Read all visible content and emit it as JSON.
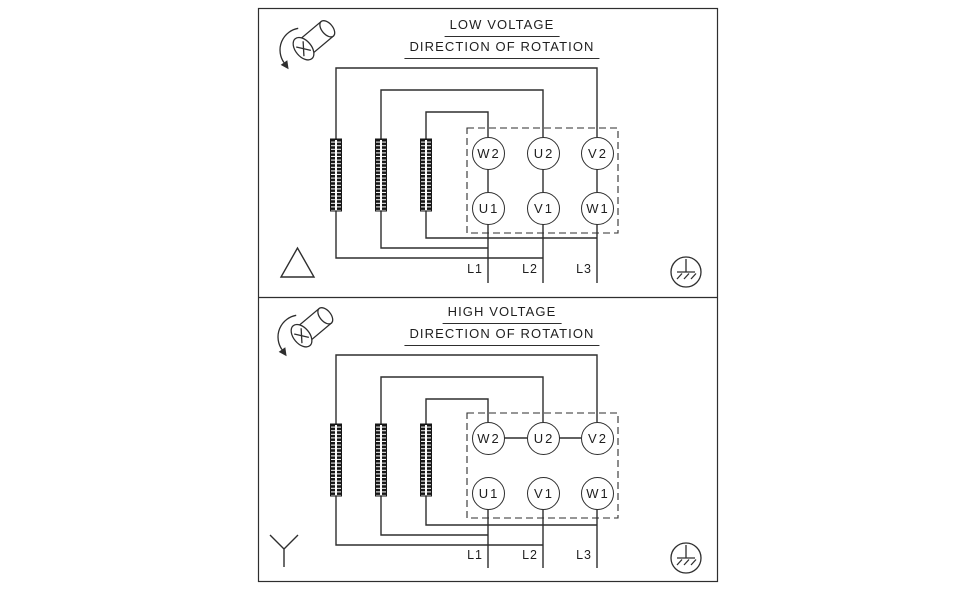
{
  "meta": {
    "background_color": "#ffffff",
    "line_color": "#2e2e2e",
    "text_color": "#1e1e1e"
  },
  "panels": [
    {
      "title": "LOW VOLTAGE",
      "subtitle": "DIRECTION OF ROTATION",
      "terminals": {
        "top": [
          "W2",
          "U2",
          "V2"
        ],
        "bottom": [
          "U1",
          "V1",
          "W1"
        ]
      },
      "leads": [
        "L1",
        "L2",
        "L3"
      ],
      "connection": "delta",
      "icons": [
        "rotating-shaft-icon",
        "delta-symbol-icon",
        "earth-ground-icon"
      ]
    },
    {
      "title": "HIGH VOLTAGE",
      "subtitle": "DIRECTION OF ROTATION",
      "terminals": {
        "top": [
          "W2",
          "U2",
          "V2"
        ],
        "bottom": [
          "U1",
          "V1",
          "W1"
        ]
      },
      "leads": [
        "L1",
        "L2",
        "L3"
      ],
      "connection": "wye",
      "icons": [
        "rotating-shaft-icon",
        "wye-symbol-icon",
        "earth-ground-icon"
      ]
    }
  ]
}
